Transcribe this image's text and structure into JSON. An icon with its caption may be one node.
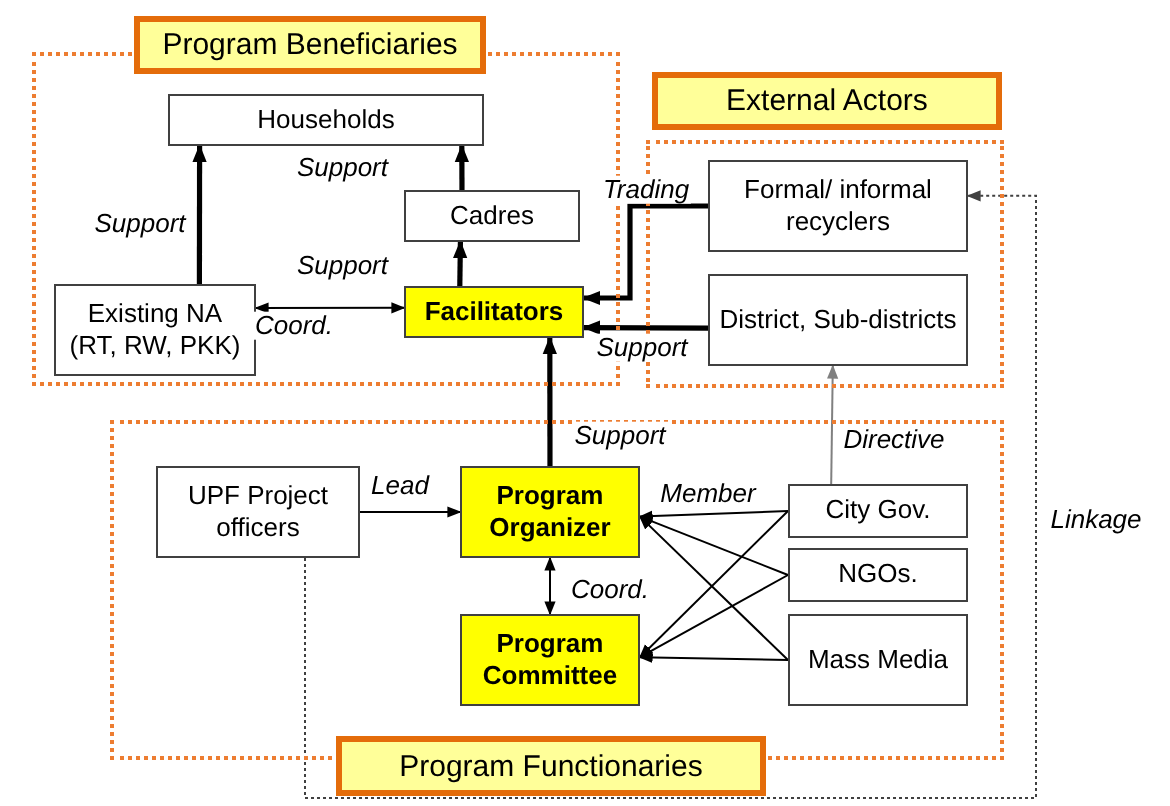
{
  "diagram": {
    "nodes": [
      {
        "text": [
          "Program Beneficiaries"
        ]
      },
      {
        "text": [
          "Households"
        ],
        "in": 0
      },
      {
        "text": [
          "Cadres"
        ],
        "in": 0
      },
      {
        "text": [
          "Existing NA (RT, RW, PKK)"
        ],
        "in": 0
      },
      {
        "text": [
          "Facilitators"
        ],
        "in": 0
      },
      {
        "text": [
          "External Actors"
        ]
      },
      {
        "text": [
          "Formal/ informal recyclers"
        ],
        "in": 5
      },
      {
        "text": [
          "District, Sub-districts"
        ],
        "in": 5
      },
      {
        "text": [
          "Program Functionaries"
        ]
      },
      {
        "text": [
          "UPF Project officers"
        ],
        "in": 8
      },
      {
        "text": [
          "Program Organizer"
        ],
        "in": 8
      },
      {
        "text": [
          "Program Committee"
        ],
        "in": 8
      },
      {
        "text": [
          "City Gov."
        ],
        "in": 8
      },
      {
        "text": [
          "NGOs."
        ],
        "in": 8
      },
      {
        "text": [
          "Mass Media"
        ],
        "in": 8
      }
    ],
    "edges": [
      {
        "from": 3,
        "to": 1,
        "arrow": "to",
        "label": "Support",
        "style": "thick"
      },
      {
        "from": 2,
        "to": 1,
        "arrow": "to",
        "label": "Support",
        "style": "thick"
      },
      {
        "from": 4,
        "to": 2,
        "arrow": "to",
        "label": "Support",
        "style": "thick"
      },
      {
        "from": 3,
        "to": 4,
        "arrow": "both",
        "label": "Coord."
      },
      {
        "from": 6,
        "to": 4,
        "arrow": "to",
        "label": "Trading",
        "style": "thick"
      },
      {
        "from": 7,
        "to": 4,
        "arrow": "to",
        "label": "Support",
        "style": "thick"
      },
      {
        "from": 10,
        "to": 4,
        "arrow": "to",
        "label": "Support",
        "style": "thick"
      },
      {
        "from": 12,
        "to": 7,
        "arrow": "to",
        "label": "Directive",
        "color": "#808080"
      },
      {
        "from": 9,
        "to": 10,
        "arrow": "to",
        "label": "Lead"
      },
      {
        "from": 10,
        "to": 11,
        "arrow": "both",
        "label": "Coord."
      },
      {
        "from": 12,
        "to": 10,
        "arrow": "to",
        "label": "Member"
      },
      {
        "from": 13,
        "to": 10,
        "arrow": "to"
      },
      {
        "from": 14,
        "to": 10,
        "arrow": "to"
      },
      {
        "from": 12,
        "to": 11,
        "arrow": "to"
      },
      {
        "from": 13,
        "to": 11,
        "arrow": "to"
      },
      {
        "from": 14,
        "to": 11,
        "arrow": "to"
      },
      {
        "from": 9,
        "to": 6,
        "arrow": "to",
        "label": "Linkage",
        "style": "dashed"
      }
    ]
  }
}
